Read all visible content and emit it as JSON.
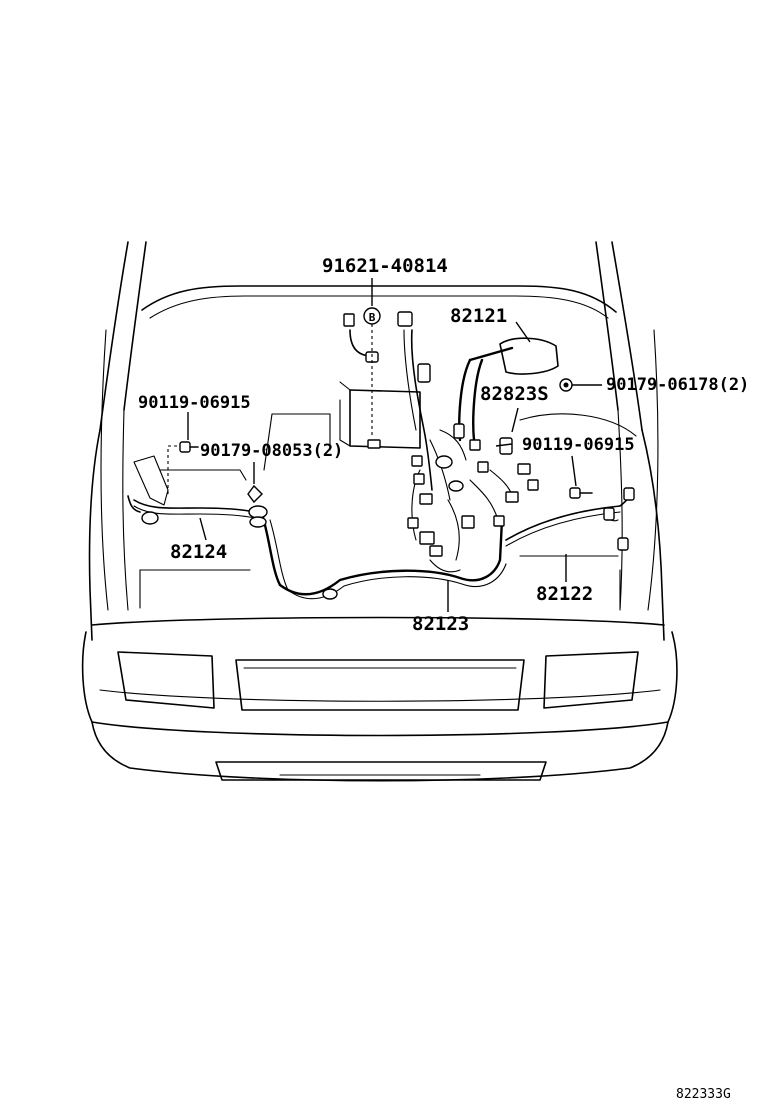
{
  "diagram": {
    "callouts": {
      "p1": "91621-40814",
      "p2": "82121",
      "p3": "90119-06915",
      "p4": "90179-06178(2)",
      "p5": "82823S",
      "p6": "90179-08053(2)",
      "p7": "90119-06915",
      "p8": "82124",
      "p9": "82122",
      "p10": "82123"
    },
    "bolt_marker": "B",
    "reference_code": "822333G"
  }
}
